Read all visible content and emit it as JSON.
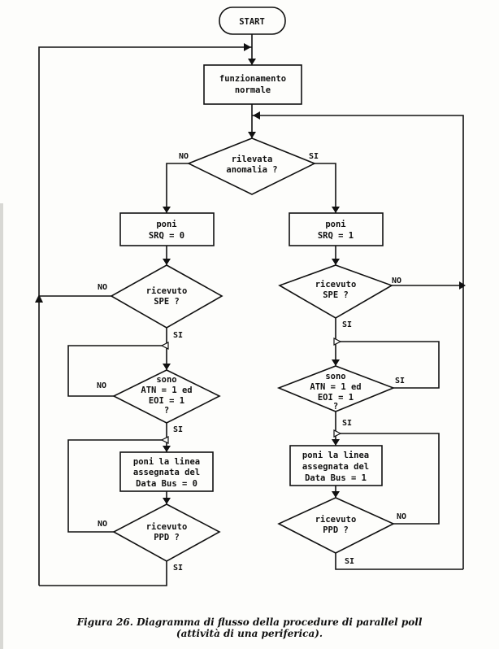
{
  "nodes": {
    "start": "START",
    "normal_op": [
      "funzionamento",
      "normale"
    ],
    "anomaly_check": [
      "rilevata",
      "anomalia ?"
    ],
    "set_srq0": [
      "poni",
      "SRQ = 0"
    ],
    "set_srq1": [
      "poni",
      "SRQ = 1"
    ],
    "spe_left": [
      "ricevuto",
      "SPE ?"
    ],
    "spe_right": [
      "ricevuto",
      "SPE ?"
    ],
    "atn_eoi_left": [
      "sono",
      "ATN = 1  ed",
      "EOI = 1",
      "?"
    ],
    "atn_eoi_right": [
      "sono",
      "ATN = 1  ed",
      "EOI = 1",
      "?"
    ],
    "bus0": [
      "poni la linea",
      "assegnata del",
      "Data Bus = 0"
    ],
    "bus1": [
      "poni la linea",
      "assegnata del",
      "Data Bus = 1"
    ],
    "ppd_left": [
      "ricevuto",
      "PPD ?"
    ],
    "ppd_right": [
      "ricevuto",
      "PPD ?"
    ]
  },
  "labels": {
    "no": "NO",
    "si": "SI"
  },
  "caption": {
    "line1": "Figura 26. Diagramma di flusso della procedure di parallel poll",
    "line2": "(attività di una periferica)."
  }
}
